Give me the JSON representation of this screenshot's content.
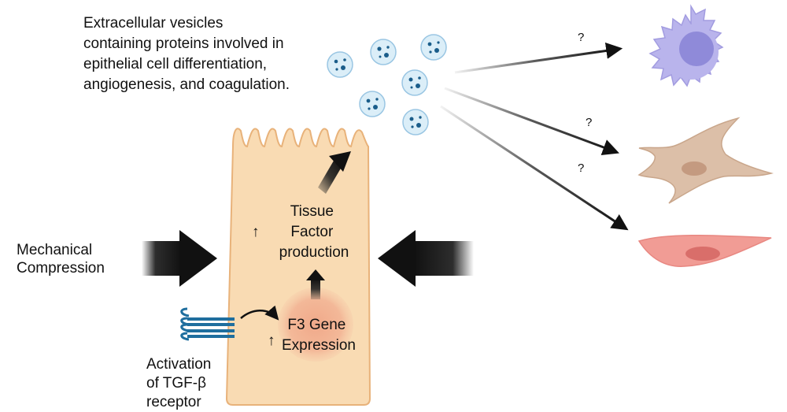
{
  "ev_description": {
    "lines": [
      "Extracellular vesicles",
      "containing proteins involved in",
      "epithelial cell differentiation,",
      "angiogenesis, and coagulation."
    ]
  },
  "mechanical_compression": {
    "lines": [
      "Mechanical",
      "Compression"
    ]
  },
  "tissue_factor": {
    "lines": [
      "Tissue",
      "Factor",
      "production"
    ]
  },
  "f3_gene": {
    "lines": [
      "F3 Gene",
      "Expression"
    ]
  },
  "tgf_beta": {
    "lines": [
      "Activation",
      "of TGF-β",
      "receptor"
    ]
  },
  "up_arrow_glyph": "↑",
  "question_mark": "?",
  "colors": {
    "cell_fill": "#f9dbb3",
    "cell_stroke": "#e8b27a",
    "nucleus_fill": "#f2b394",
    "vesicle_fill": "#dbeef8",
    "vesicle_dot": "#1a5d8a",
    "immune_cell": "#b9b4ec",
    "immune_nucleus": "#8f8ad9",
    "fibroblast": "#dcbfa8",
    "fibroblast_nucleus": "#c49a80",
    "endothelial": "#f19c95",
    "endothelial_nucleus": "#d96e6a",
    "receptor": "#1f6e9e",
    "arrow": "#111111"
  }
}
